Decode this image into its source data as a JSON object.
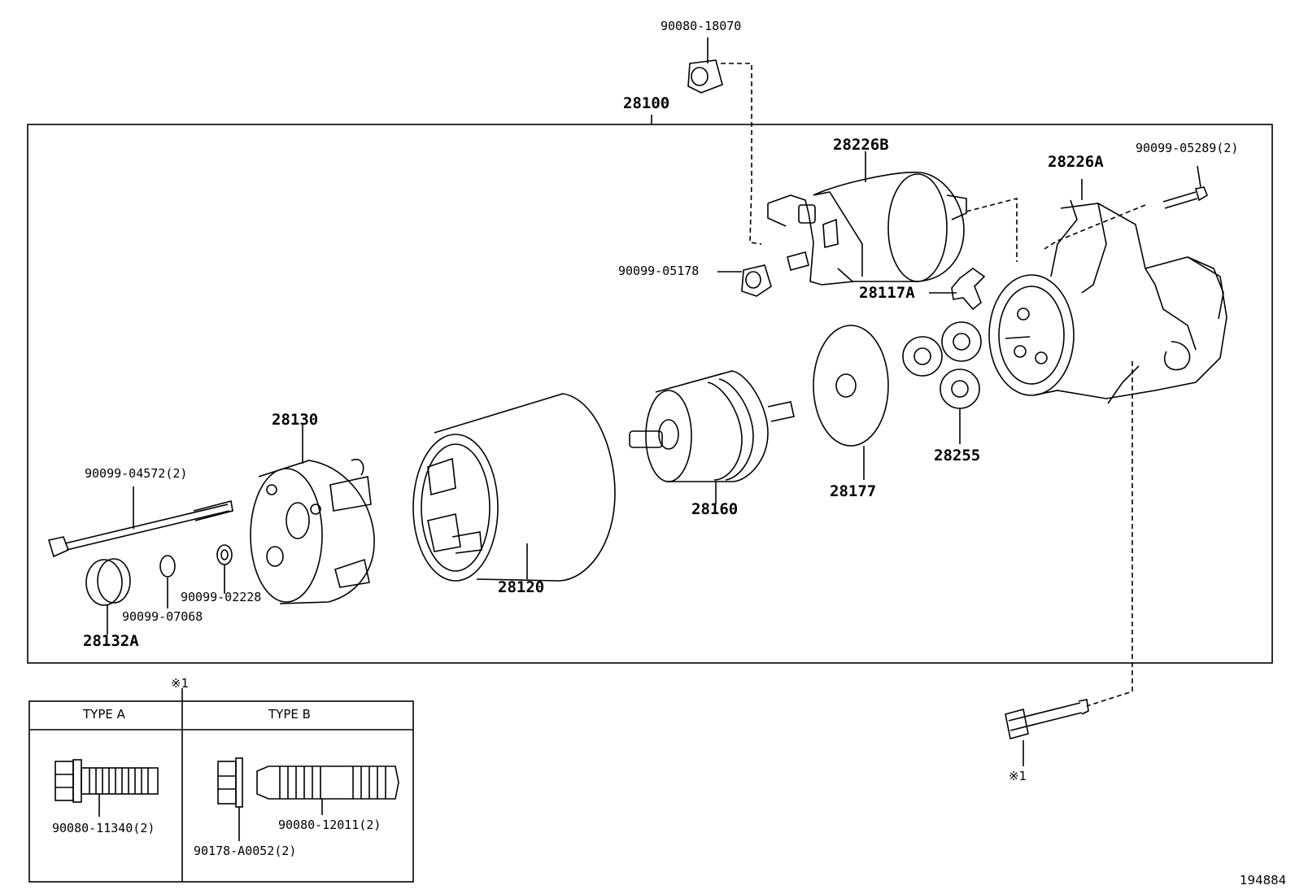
{
  "diagram_id": "194884",
  "assembly_label": "28100",
  "labels": {
    "p90080_18070": "90080-18070",
    "p28226B": "28226B",
    "p28226A": "28226A",
    "p90099_05289": "90099-05289(2)",
    "p90099_05178": "90099-05178",
    "p28117A": "28117A",
    "p28130": "28130",
    "p90099_04572": "90099-04572(2)",
    "p28160": "28160",
    "p28177": "28177",
    "p28255": "28255",
    "p28120": "28120",
    "p90099_02228": "90099-02228",
    "p90099_07068": "90099-07068",
    "p28132A": "28132A",
    "ref_mark_top": "※1",
    "ref_mark_bolt": "※1"
  },
  "detail_table": {
    "type_a_header": "TYPE A",
    "type_b_header": "TYPE B",
    "type_a_part": "90080-11340(2)",
    "type_b_part1": "90178-A0052(2)",
    "type_b_part2": "90080-12011(2)"
  }
}
